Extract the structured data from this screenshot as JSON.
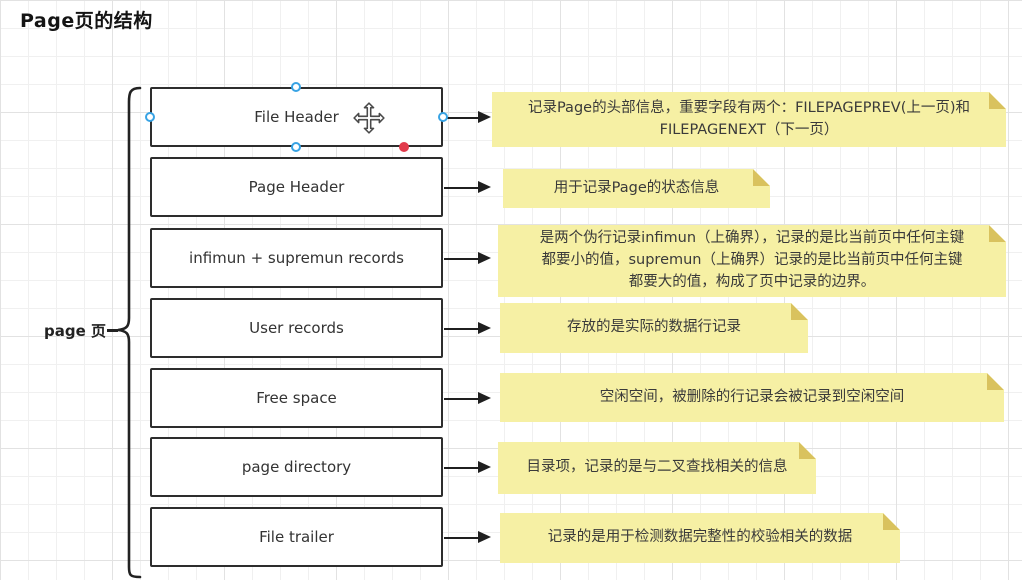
{
  "title": "Page页的结构",
  "diagram": {
    "brace_label": "page 页",
    "rows": [
      {
        "box": "File Header",
        "note": "记录Page的头部信息，重要字段有两个：FILEPAGEPREV(上一页)和\nFILEPAGENEXT（下一页）"
      },
      {
        "box": "Page Header",
        "note": "用于记录Page的状态信息"
      },
      {
        "box": "infimun + supremun records",
        "note": "是两个伪行记录infimun（上确界），记录的是比当前页中任何主键\n都要小的值，supremun（上确界）记录的是比当前页中任何主键\n都要大的值，构成了页中记录的边界。"
      },
      {
        "box": "User records",
        "note": "存放的是实际的数据行记录"
      },
      {
        "box": "Free space",
        "note": "空闲空间，被删除的行记录会被记录到空闲空间"
      },
      {
        "box": "page directory",
        "note": "目录项，记录的是与二叉查找相关的信息"
      },
      {
        "box": "File trailer",
        "note": "记录的是用于检测数据完整性的校验相关的数据"
      }
    ],
    "selection": {
      "selected_box": "File Header"
    },
    "colors": {
      "note_bg": "#f6f0a4",
      "note_fold": "#d9c25e",
      "box_border": "#2d2d2d",
      "arrow_color": "#1f1f1f",
      "handle_blue": "#38a3e4",
      "endpoint_red": "#e23b4c"
    }
  }
}
